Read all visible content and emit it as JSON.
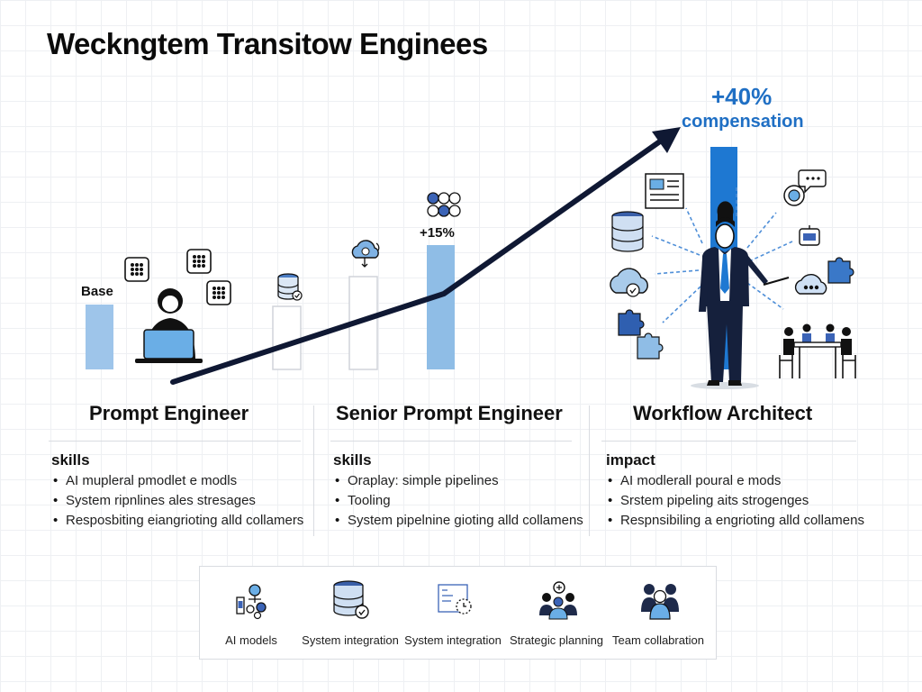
{
  "title": "Weckngtem Transitow Enginees",
  "bars": {
    "base_label": "Base",
    "mid_label": "+15%",
    "top_label_pct": "+40%",
    "top_label_text": "compensation"
  },
  "roles": [
    {
      "title": "Prompt Engineer",
      "section": "skills",
      "items": [
        "AI mupleral pmodlet e modls",
        "System ripnlines ales stresages",
        "Resposbiting eiangrioting alld collamers"
      ]
    },
    {
      "title": "Senior Prompt Engineer",
      "section": "skills",
      "items": [
        "Oraplay: simple pipelines",
        "Tooling",
        "System pipelnine gioting alld collamens"
      ]
    },
    {
      "title": "Workflow Architect",
      "section": "impact",
      "items": [
        "AI modlerall poural e mods",
        "Srstem pipeling aits strogenges",
        "Respnsibiling a engrioting alld collamens"
      ]
    }
  ],
  "capabilities": [
    {
      "label": "AI models",
      "icon": "ai-models-icon"
    },
    {
      "label": "System integration",
      "icon": "database-check-icon"
    },
    {
      "label": "System integration",
      "icon": "workflow-document-icon"
    },
    {
      "label": "Strategic planning",
      "icon": "team-gear-icon"
    },
    {
      "label": "Team collabration",
      "icon": "people-group-icon"
    }
  ],
  "colors": {
    "accent": "#1f6fc4",
    "bar_light": "#a9cbea",
    "bar_mid": "#7eb3e2",
    "bar_strong": "#1e78d2",
    "arrow": "#0f1833"
  }
}
